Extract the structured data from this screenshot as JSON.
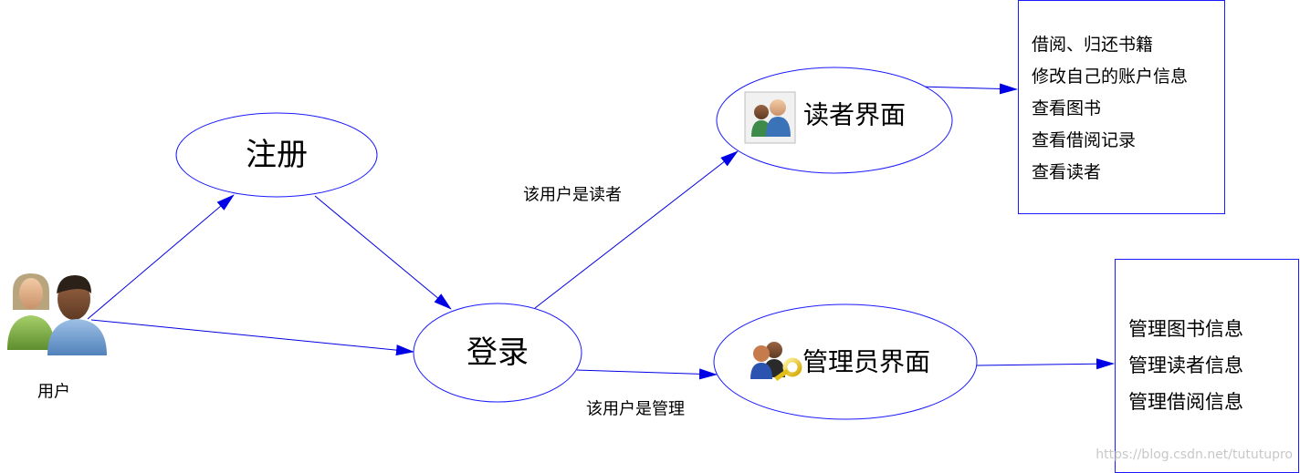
{
  "user": {
    "label": "用户",
    "icon": "users-icon"
  },
  "nodes": {
    "register": "注册",
    "login": "登录",
    "reader_ui": "读者界面",
    "admin_ui": "管理员界面"
  },
  "edge_labels": {
    "is_reader": "该用户是读者",
    "is_admin": "该用户是管理"
  },
  "reader_functions": [
    "借阅、归还书籍",
    "修改自己的账户信息",
    "查看图书",
    "查看借阅记录",
    "查看读者"
  ],
  "admin_functions": [
    "管理图书信息",
    "管理读者信息",
    "管理借阅信息"
  ],
  "watermark": "https://blog.csdn.net/tututupro",
  "colors": {
    "stroke": "#1a1aff",
    "arrow": "#0000e6"
  }
}
